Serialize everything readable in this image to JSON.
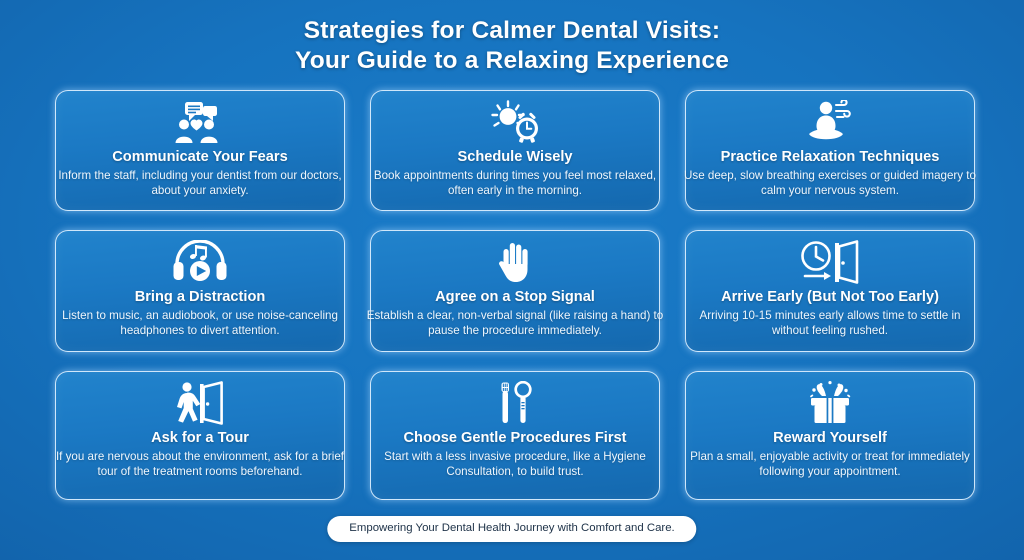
{
  "title": {
    "line1": "Strategies for Calmer Dental Visits:",
    "line2": "Your Guide to a Relaxing Experience"
  },
  "colors": {
    "background": "#1673bf",
    "card_fill": "#1b79c4",
    "card_border": "#def0ff",
    "title_text": "#ffffff",
    "body_text": "#eef6fd",
    "footer_pill_bg": "#ffffff",
    "footer_text": "#20344a"
  },
  "cards": [
    {
      "icon": "people-speech-bubble-heart-icon",
      "title": "Communicate Your Fears",
      "desc": "Inform the staff, including your dentist from our doctors, about your anxiety."
    },
    {
      "icon": "sun-alarm-clock-icon",
      "title": "Schedule Wisely",
      "desc": "Book appointments during times you feel most relaxed, often early in the morning."
    },
    {
      "icon": "meditation-lotus-breathing-icon",
      "title": "Practice Relaxation Techniques",
      "desc": "Use deep, slow breathing exercises or guided imagery to calm your nervous system."
    },
    {
      "icon": "headphones-music-notes-icon",
      "title": "Bring a Distraction",
      "desc": "Listen to music, an audiobook, or use noise-canceling headphones to divert attention."
    },
    {
      "icon": "raised-hand-stop-icon",
      "title": "Agree on a Stop Signal",
      "desc": "Establish a clear, non-verbal signal (like raising a hand) to pause the procedure immediately."
    },
    {
      "icon": "clock-arrow-open-door-icon",
      "title": "Arrive Early (But Not Too Early)",
      "desc": "Arriving 10-15 minutes early allows time to settle in without feeling rushed."
    },
    {
      "icon": "walking-person-door-icon",
      "title": "Ask for a Tour",
      "desc": "If you are nervous about the environment, ask for a brief tour of the treatment rooms beforehand."
    },
    {
      "icon": "toothbrush-dental-mirror-icon",
      "title": "Choose Gentle Procedures First",
      "desc": "Start with a less invasive procedure, like a Hygiene Consultation, to build trust."
    },
    {
      "icon": "gift-box-confetti-icon",
      "title": "Reward Yourself",
      "desc": "Plan a small, enjoyable activity or treat for immediately following your appointment."
    }
  ],
  "footer": {
    "text": "Empowering Your Dental Health Journey with Comfort and Care."
  }
}
